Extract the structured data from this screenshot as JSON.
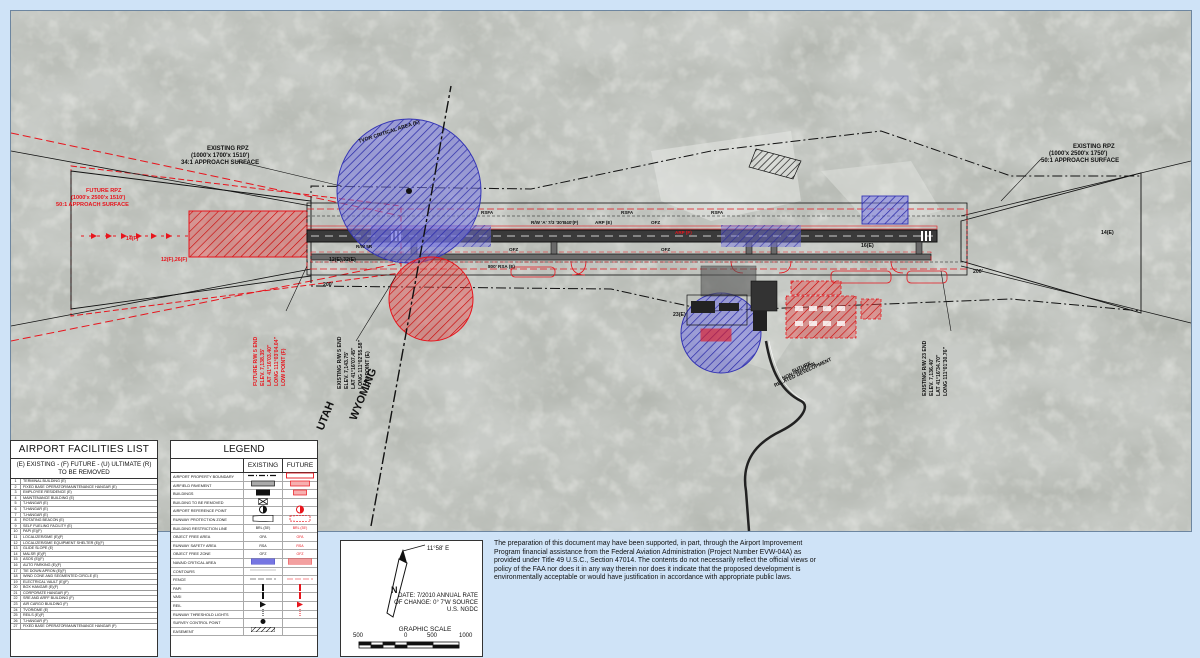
{
  "map": {
    "labels": {
      "existing_rpz_west": "EXISTING RPZ",
      "existing_rpz_west_dim": "(1000'x 1700'x 1510')",
      "existing_rpz_west_surface": "34:1 APPROACH SURFACE",
      "future_rpz_west": "FUTURE RPZ",
      "future_rpz_west_dim": "(1000'x 2500'x 1510')",
      "future_rpz_west_surface": "50:1 APPROACH SURFACE",
      "existing_rpz_east": "EXISTING RPZ",
      "existing_rpz_east_dim": "(1000'x 2500'x 1750')",
      "existing_rpz_east_surface": "50:1 APPROACH SURFACE",
      "critical_area": "TVOR CRITICAL AREA (E)",
      "utah": "UTAH",
      "wyoming": "WYOMING",
      "future_development": "FUTURE",
      "future_development_2": "NON-AVIATION",
      "future_development_3": "RELATED DEVELOPMENT",
      "existing_rw_end_west_1": "EXISTING R/W 5 END",
      "existing_rw_end_west_2": "ELEV. 7,143.75'",
      "existing_rw_end_west_3": "LAT 41°16'07.45\"",
      "existing_rw_end_west_4": "LONG 111°02'55.58\"",
      "existing_rw_end_west_5": "LOW POINT (E)",
      "future_rw_end_west_1": "FUTURE R/W 5 END",
      "future_rw_end_west_2": "ELEV. 7,138.35'",
      "future_rw_end_west_3": "LAT 41°16'03.40\"",
      "future_rw_end_west_4": "LONG 111°03'04.04\"",
      "future_rw_end_west_5": "LOW POINT (F)",
      "existing_rw_end_east_1": "EXISTING R/W 23 END",
      "existing_rw_end_east_2": "ELEV. 7,136.40'",
      "existing_rw_end_east_3": "LAT 41°16'34.70\"",
      "existing_rw_end_east_4": "LONG 111°01'30.76\"",
      "rw_label_1": "R/W 5R",
      "rw_label_2": "RSFA",
      "rw_label_3": "OFZ",
      "rw_label_4": "800' RSA (E)",
      "rw_label_5": "R/W 'A' 7/3 '30'B40'(F)",
      "rw_label_6": "ARP (E)",
      "rw_label_7": "ARP (F)",
      "num_14f": "14(F)",
      "num_12f": "12(F),26(F)",
      "num_12e": "12(E),32(E)",
      "num_23e": "23(E)",
      "num_16e": "16(E)",
      "num_14e": "14(E)",
      "num_200": "200'"
    }
  },
  "facilities": {
    "title": "AIRPORT FACILITIES LIST",
    "subtitle": "(E) EXISTING - (F) FUTURE - (U) ULTIMATE (R) TO BE REMOVED",
    "rows": [
      {
        "n": "1",
        "t": "TERMINAL BUILDING (E)"
      },
      {
        "n": "2",
        "t": "FIXED BASE OPERATOR/MAINTENANCE HANGAR (E)"
      },
      {
        "n": "3",
        "t": "EMPLOYEE RESIDENCE (E)"
      },
      {
        "n": "4",
        "t": "MAINTENANCE BUILDING (E)"
      },
      {
        "n": "5",
        "t": "T-HANGAR (E)"
      },
      {
        "n": "6",
        "t": "T-HANGAR (E)"
      },
      {
        "n": "7",
        "t": "T-HANGAR (E)"
      },
      {
        "n": "8",
        "t": "ROTATING BEACON (E)"
      },
      {
        "n": "9",
        "t": "SELF FUELING FACILITY (E)"
      },
      {
        "n": "10",
        "t": "PAPI (E)(F)"
      },
      {
        "n": "11",
        "t": "LOCALIZER/DME (E)(F)"
      },
      {
        "n": "12",
        "t": "LOCALIZER/DME EQUIPMENT SHELTER (E)(F)"
      },
      {
        "n": "13",
        "t": "GLIDE SLOPE (E)"
      },
      {
        "n": "14",
        "t": "MALSR (E)(F)"
      },
      {
        "n": "15",
        "t": "ASOS (E)(F)"
      },
      {
        "n": "16",
        "t": "AUTO PARKING (E)(F)"
      },
      {
        "n": "17",
        "t": "TIE DOWN APRON (E)(F)"
      },
      {
        "n": "18",
        "t": "WIND CONE AND SEGMENTED CIRCLE (E)"
      },
      {
        "n": "19",
        "t": "ELECTRICAL VAULT (E)(F)"
      },
      {
        "n": "20",
        "t": "BOX HANGAR (E)(F)"
      },
      {
        "n": "21",
        "t": "CORPORATE HANGAR (F)"
      },
      {
        "n": "22",
        "t": "SRE AND ARFF BUILDING (F)"
      },
      {
        "n": "23",
        "t": "AIR CARGO BUILDING (F)"
      },
      {
        "n": "24",
        "t": "TVOR/DME (E)"
      },
      {
        "n": "25",
        "t": "REILS (E)(F)"
      },
      {
        "n": "26",
        "t": "T-HANGAR (F)"
      },
      {
        "n": "27",
        "t": "FIXED BASE OPERATOR/MAINTENANCE HANGAR (F)"
      }
    ]
  },
  "legend": {
    "title": "LEGEND",
    "col_existing": "EXISTING",
    "col_future": "FUTURE",
    "rows": [
      "AIRPORT PROPERTY BOUNDARY",
      "AIRFIELD PAVEMENT",
      "BUILDINGS",
      "BUILDING TO BE REMOVED",
      "AIRPORT REFERENCE POINT",
      "RUNWAY PROTECTION ZONE",
      "BUILDING RESTRICTION LINE",
      "OBJECT FREE AREA",
      "RUNWAY SAFETY AREA",
      "OBJECT FREE ZONE",
      "NAVAID CRITICAL AREA",
      "CONTOURS",
      "FENCE",
      "PAPI",
      "VASI",
      "REIL",
      "RUNWAY THRESHOLD LIGHTS",
      "SURVEY CONTROL POINT",
      "EASEMENT"
    ],
    "brl_existing": "BRL (35')",
    "brl_future": "BRL (35')",
    "ofa_label": "OFA",
    "rsa_label": "RSA",
    "ofz_label": "OFZ"
  },
  "compass": {
    "declination": "11°58' E",
    "date_line1": "DATE: 7/2010 ANNUAL RATE",
    "date_line2": "OF CHANGE: 0° 7'W SOURCE",
    "date_line3": "U.S. NGDC",
    "scale_title": "GRAPHIC SCALE",
    "scale_0": "500",
    "scale_1": "0",
    "scale_2": "500",
    "scale_3": "1000"
  },
  "disclaimer": "The preparation of this document may have been supported, in part, through the Airport Improvement Program financial assistance from the Federal Aviation Administration (Project Number EVW-04A) as provided under Title 49 U.S.C., Section 47014. The contents do not necessarily reflect the official views or policy of the FAA nor does it in any way therein nor does it indicate that the proposed development is environmentally acceptable or would have justification in accordance with appropriate public laws.",
  "colors": {
    "background": "#cfe3f7",
    "future": "#e8141c",
    "existing": "#111111",
    "critical_area": "#5f5fd6",
    "terrain": "#9ea39b"
  }
}
